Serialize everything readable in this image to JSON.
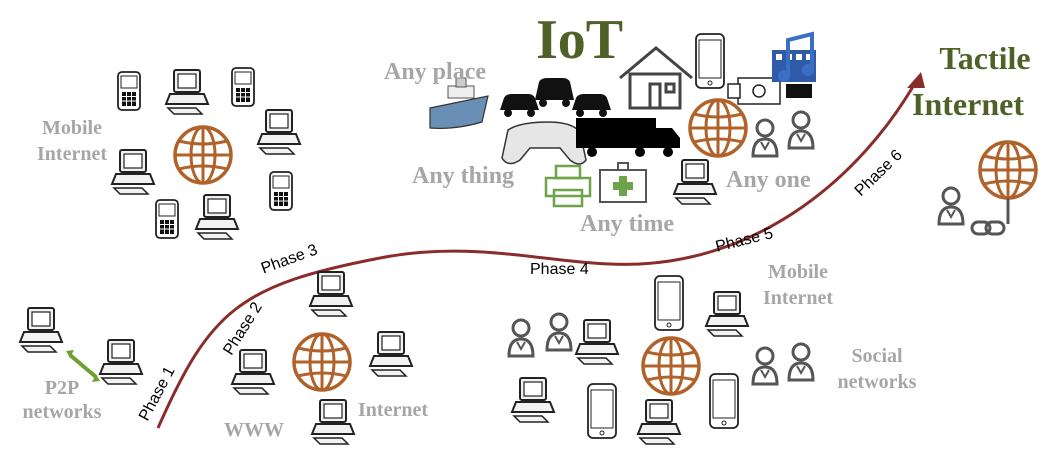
{
  "iot": {
    "title": "IoT",
    "any_place": "Any place",
    "any_thing": "Any thing",
    "any_time": "Any time",
    "any_one": "Any one"
  },
  "tactile": {
    "line1": "Tactile",
    "line2": "Internet"
  },
  "clusters": {
    "p2p": {
      "line1": "P2P",
      "line2": "networks"
    },
    "www": {
      "label": "WWW",
      "internet": "Internet"
    },
    "mobile_top": {
      "line1": "Mobile",
      "line2": "Internet"
    },
    "mobile_bottom": {
      "line1": "Mobile",
      "line2": "Internet"
    },
    "social": {
      "line1": "Social",
      "line2": "networks"
    }
  },
  "phases": [
    "Phase 1",
    "Phase 2",
    "Phase 3",
    "Phase 4",
    "Phase 5",
    "Phase 6"
  ],
  "colors": {
    "curve": "#8b2c2c",
    "globe": "#b0622a",
    "green_text": "#4e6228",
    "grey_text": "#a6a6a6",
    "p2p_arrow": "#70a030"
  }
}
